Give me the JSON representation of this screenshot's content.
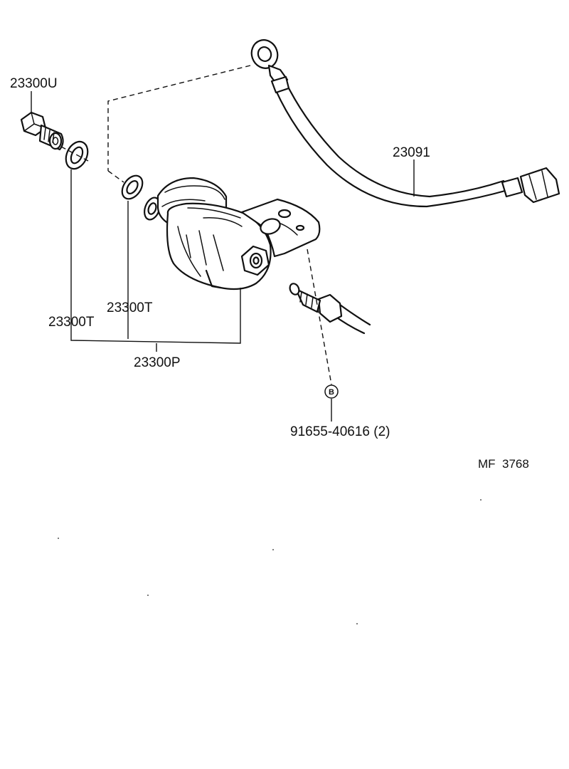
{
  "diagram": {
    "parts": {
      "bolt": "23300U",
      "gasket_left": "23300T",
      "gasket_right": "23300T",
      "filter_assembly": "23300P",
      "hose": "23091",
      "fastener": "91655-40616 (2)"
    },
    "callout_letter": "B",
    "figure_code": "MF  3768",
    "colors": {
      "ink": "#111111",
      "paper": "#ffffff"
    }
  }
}
